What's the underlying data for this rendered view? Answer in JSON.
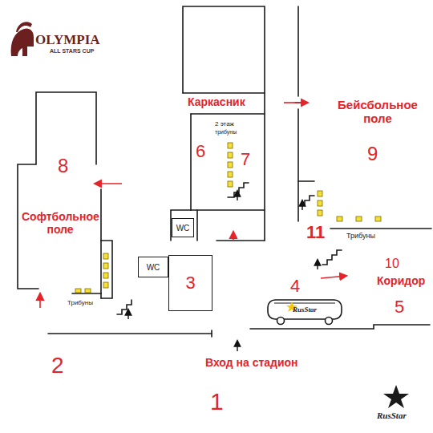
{
  "diagram": {
    "nodes": [
      {
        "text": [
          "3"
        ]
      },
      {
        "text": [
          "WC"
        ]
      },
      {
        "text": [
          "WC"
        ]
      },
      {
        "text": [
          "RusStar"
        ]
      }
    ],
    "labels": [
      "OLYMPIA",
      "ALL STARS CUP",
      "Каркасник",
      "Бейсбольное поле",
      "2 этаж",
      "трибуны",
      "6",
      "7",
      "8",
      "9",
      "Софтбольное поле",
      "11",
      "Трибуны",
      "10",
      "Коридор",
      "4",
      "5",
      "Трибуны",
      "2",
      "Вход на стадион",
      "1",
      "RusStar"
    ]
  }
}
